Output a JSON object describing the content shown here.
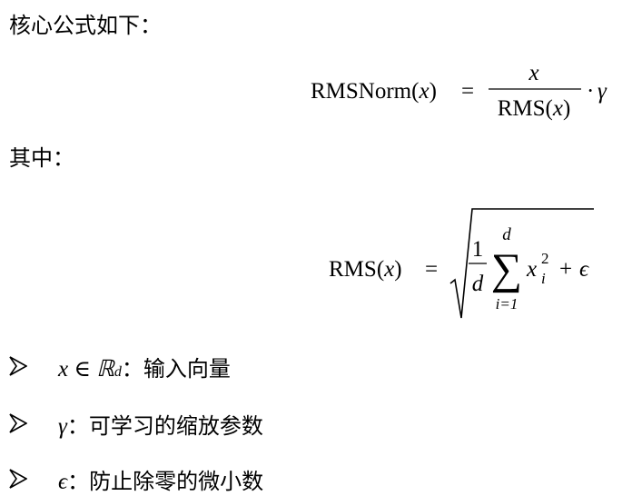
{
  "intro_text": "核心公式如下：",
  "formula_main": {
    "lhs_name": "RMSNorm",
    "lhs_arg": "x",
    "numerator": "x",
    "denominator_name": "RMS",
    "denominator_arg": "x",
    "scale_symbol": "γ"
  },
  "where_text": "其中：",
  "formula_rms": {
    "lhs_name": "RMS",
    "lhs_arg": "x",
    "frac_numerator": "1",
    "frac_denominator": "d",
    "sum_upper": "d",
    "sum_lower": "i=1",
    "term_base": "x",
    "term_sub": "i",
    "term_sup": "2",
    "epsilon": "ϵ"
  },
  "bullets": [
    {
      "symbol": "x ∈ ℝ",
      "symbol_sup": "d",
      "desc": "：输入向量"
    },
    {
      "symbol": "γ",
      "symbol_sup": "",
      "desc": "：可学习的缩放参数"
    },
    {
      "symbol": "ϵ",
      "symbol_sup": "",
      "desc": "：防止除零的微小数"
    }
  ]
}
